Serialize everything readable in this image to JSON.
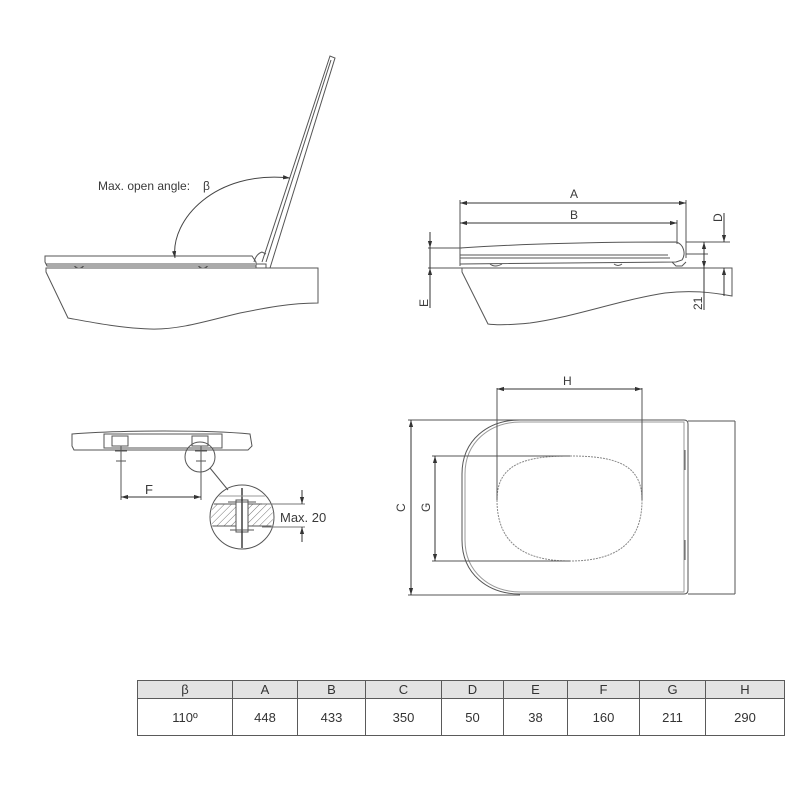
{
  "drawing": {
    "side_view_open": {
      "angle_label": "Max. open angle:",
      "angle_symbol": "β"
    },
    "side_view_closed": {
      "dim_A": "A",
      "dim_B": "B",
      "dim_D": "D",
      "dim_E": "E",
      "dim_21": "21"
    },
    "front_view": {
      "dim_F": "F",
      "detail_label": "Max. 20"
    },
    "top_view": {
      "dim_H": "H",
      "dim_C": "C",
      "dim_G": "G"
    }
  },
  "table": {
    "headers": [
      "β",
      "A",
      "B",
      "C",
      "D",
      "E",
      "F",
      "G",
      "H"
    ],
    "values": [
      "110º",
      "448",
      "433",
      "350",
      "50",
      "38",
      "160",
      "211",
      "290"
    ]
  },
  "colors": {
    "line": "#444444",
    "table_header_bg": "#e3e3e3",
    "table_border": "#5a5a5a"
  }
}
